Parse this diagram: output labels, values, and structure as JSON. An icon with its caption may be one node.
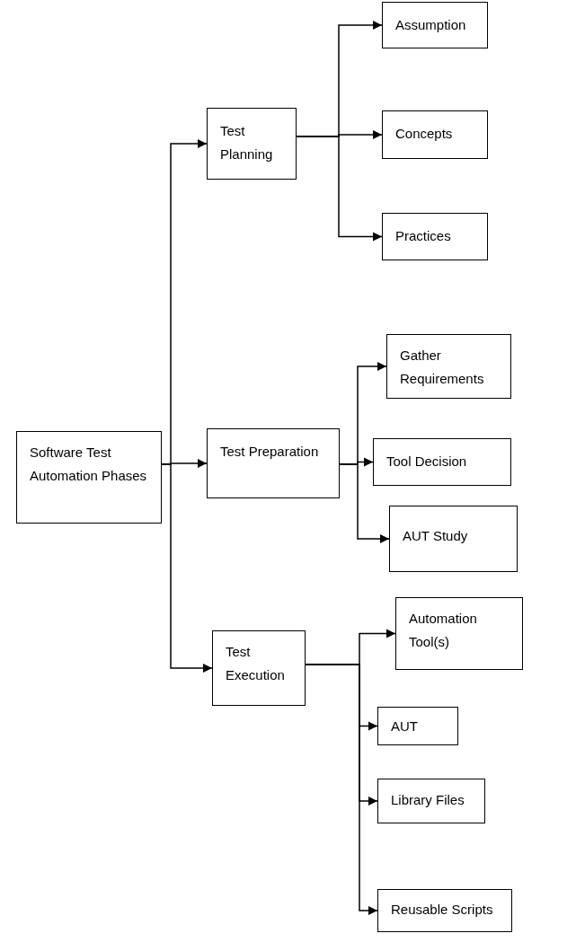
{
  "diagram": {
    "nodes": [
      {
        "text": [
          "Software Test Automation Phases"
        ]
      },
      {
        "text": [
          "Test Planning"
        ]
      },
      {
        "text": [
          "Assumption"
        ]
      },
      {
        "text": [
          "Concepts"
        ]
      },
      {
        "text": [
          "Practices"
        ]
      },
      {
        "text": [
          "Test Preparation"
        ]
      },
      {
        "text": [
          "Gather Requirements"
        ]
      },
      {
        "text": [
          "Tool Decision"
        ]
      },
      {
        "text": [
          "AUT Study"
        ]
      },
      {
        "text": [
          "Test Execution"
        ]
      },
      {
        "text": [
          "Automation Tool(s)"
        ]
      },
      {
        "text": [
          "AUT"
        ]
      },
      {
        "text": [
          "Library Files"
        ]
      },
      {
        "text": [
          "Reusable Scripts"
        ]
      }
    ],
    "edges": [
      {
        "from": 0,
        "to": 1,
        "arrow": "to"
      },
      {
        "from": 0,
        "to": 5,
        "arrow": "to"
      },
      {
        "from": 0,
        "to": 9,
        "arrow": "to"
      },
      {
        "from": 1,
        "to": 2,
        "arrow": "to"
      },
      {
        "from": 1,
        "to": 3,
        "arrow": "to"
      },
      {
        "from": 1,
        "to": 4,
        "arrow": "to"
      },
      {
        "from": 5,
        "to": 6,
        "arrow": "to"
      },
      {
        "from": 5,
        "to": 7,
        "arrow": "to"
      },
      {
        "from": 5,
        "to": 8,
        "arrow": "to"
      },
      {
        "from": 9,
        "to": 10,
        "arrow": "to"
      },
      {
        "from": 9,
        "to": 11,
        "arrow": "to"
      },
      {
        "from": 9,
        "to": 12,
        "arrow": "to"
      },
      {
        "from": 9,
        "to": 13,
        "arrow": "to"
      }
    ]
  }
}
